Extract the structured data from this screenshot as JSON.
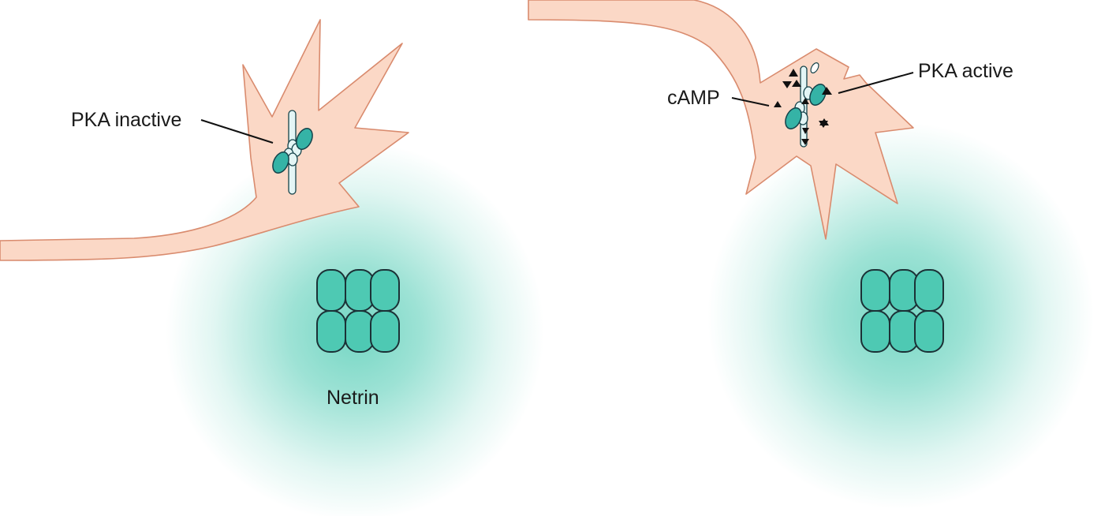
{
  "labels": {
    "pka_inactive": "PKA inactive",
    "netrin": "Netrin",
    "camp": "cAMP",
    "pka_active": "PKA active"
  },
  "colors": {
    "cone_fill": "#fbd8c6",
    "cone_stroke": "#d98b6e",
    "netrin_glow": "#5ccfb9",
    "netrin_cell": "#4ec9b3",
    "pka_subunit": "#35b3a6",
    "pka_stroke": "#15434a",
    "filament": "#e3f5f5",
    "outline": "#1b3136",
    "text": "#1a1a1a"
  }
}
